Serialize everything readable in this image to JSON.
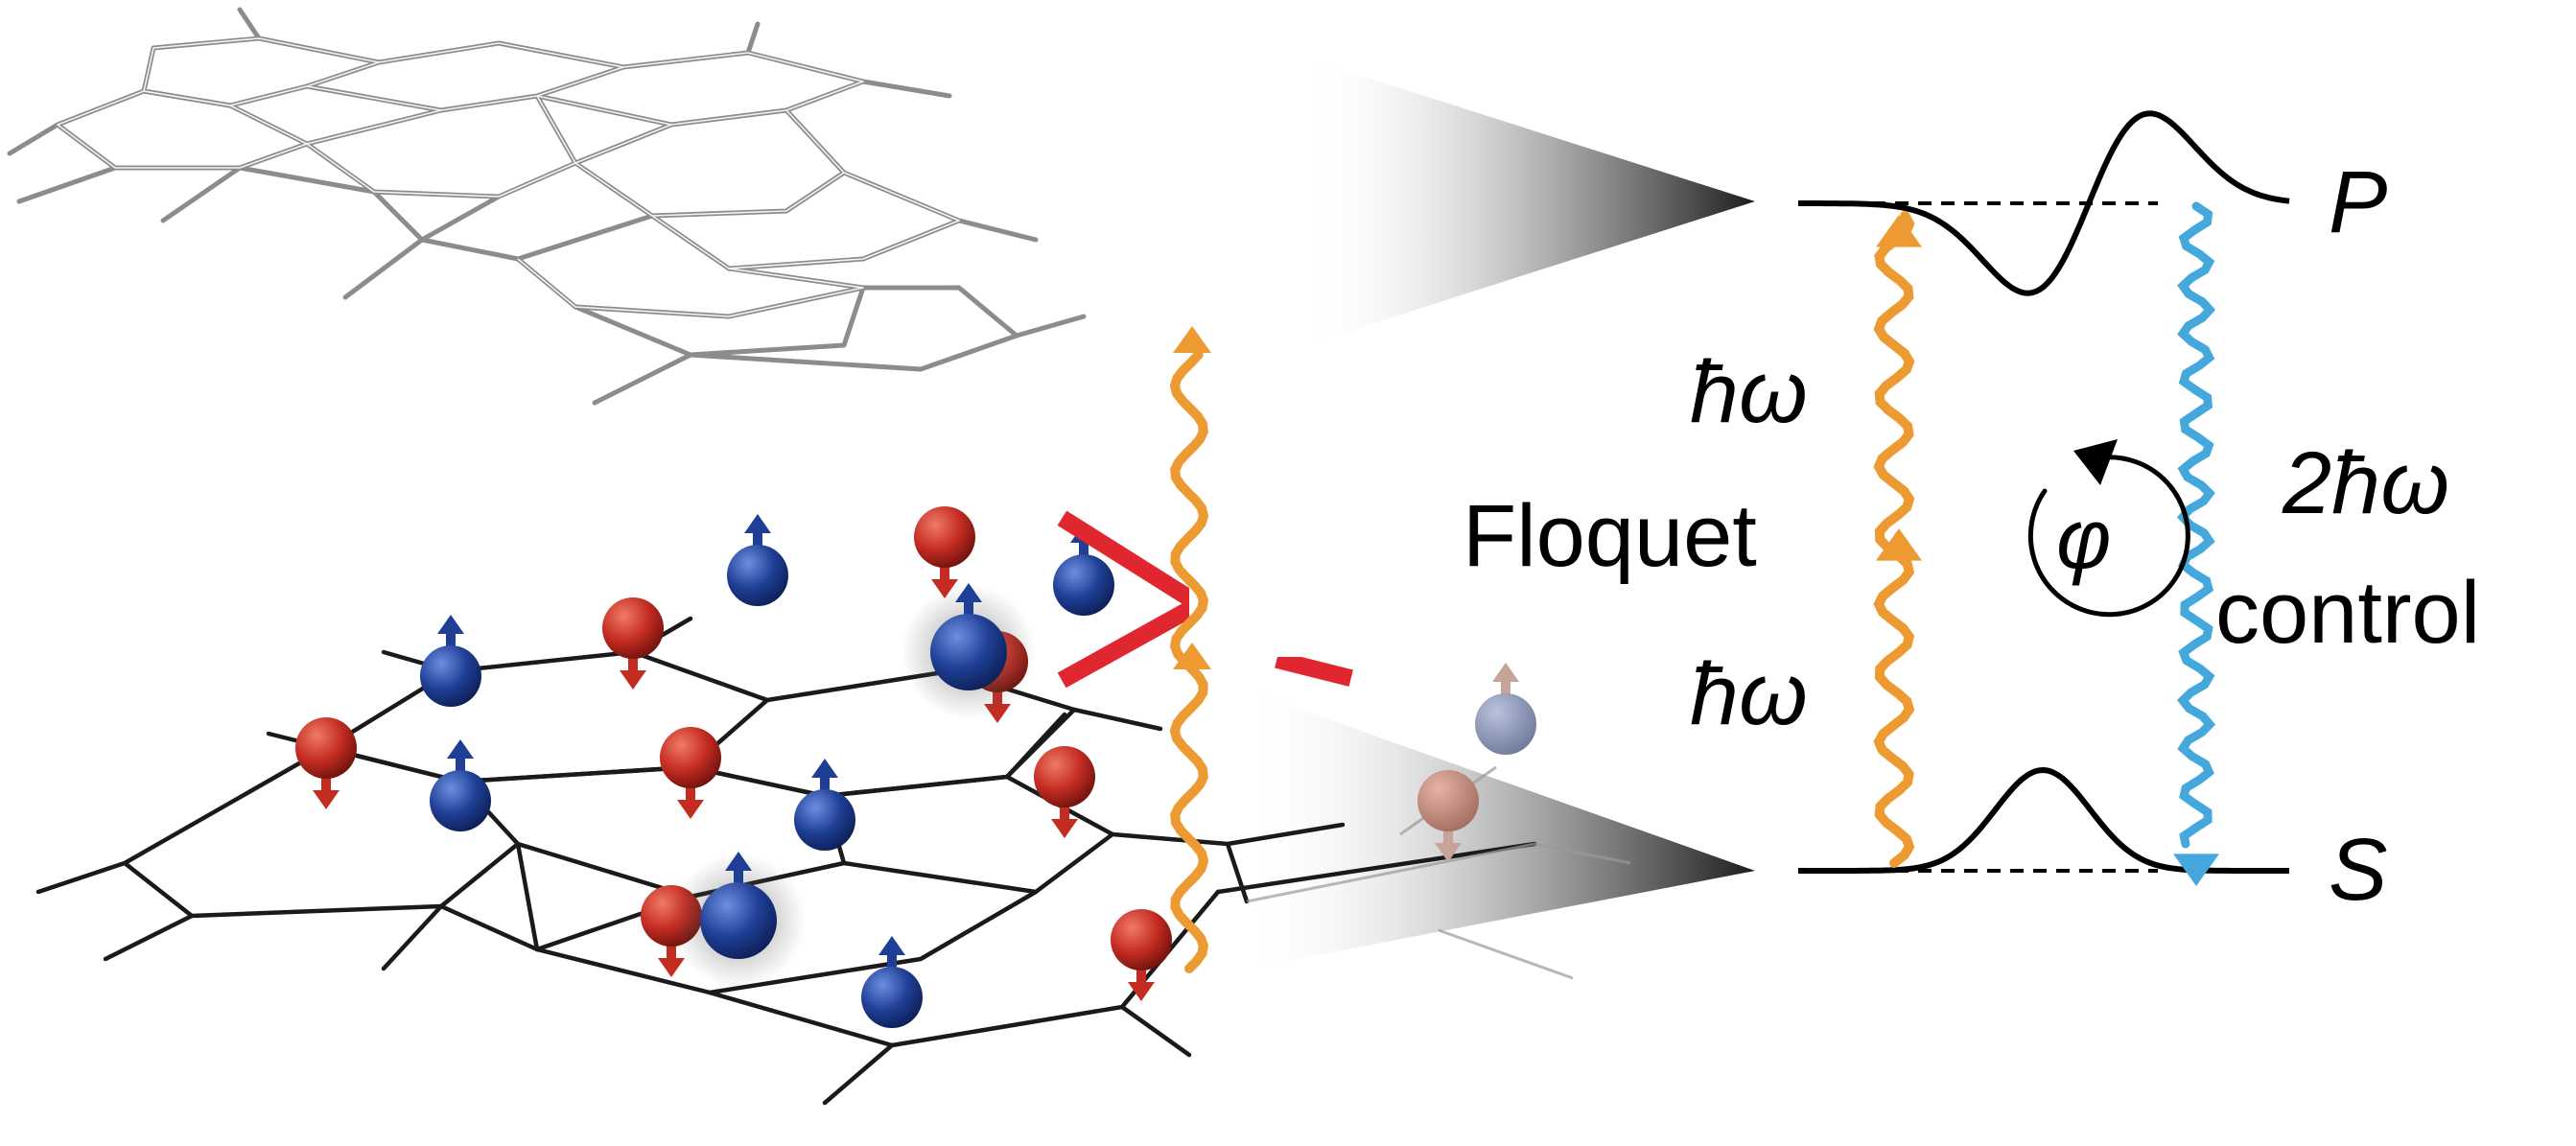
{
  "labels": {
    "p_state": "P",
    "s_state": "S",
    "hbar_omega_upper": "ħω",
    "hbar_omega_lower": "ħω",
    "floquet": "Floquet",
    "two_hbar_omega": "2ħω",
    "control": "control",
    "phase": "φ"
  },
  "colors": {
    "floquet_photon": "#EE9A32",
    "control_photon": "#45A8DD",
    "spin_up": "#1F3F96",
    "spin_down": "#C42C22",
    "lattice_lower": "#1a1a1a",
    "lattice_upper": "#8c8c8c",
    "red_arrow": "#E0262E"
  }
}
